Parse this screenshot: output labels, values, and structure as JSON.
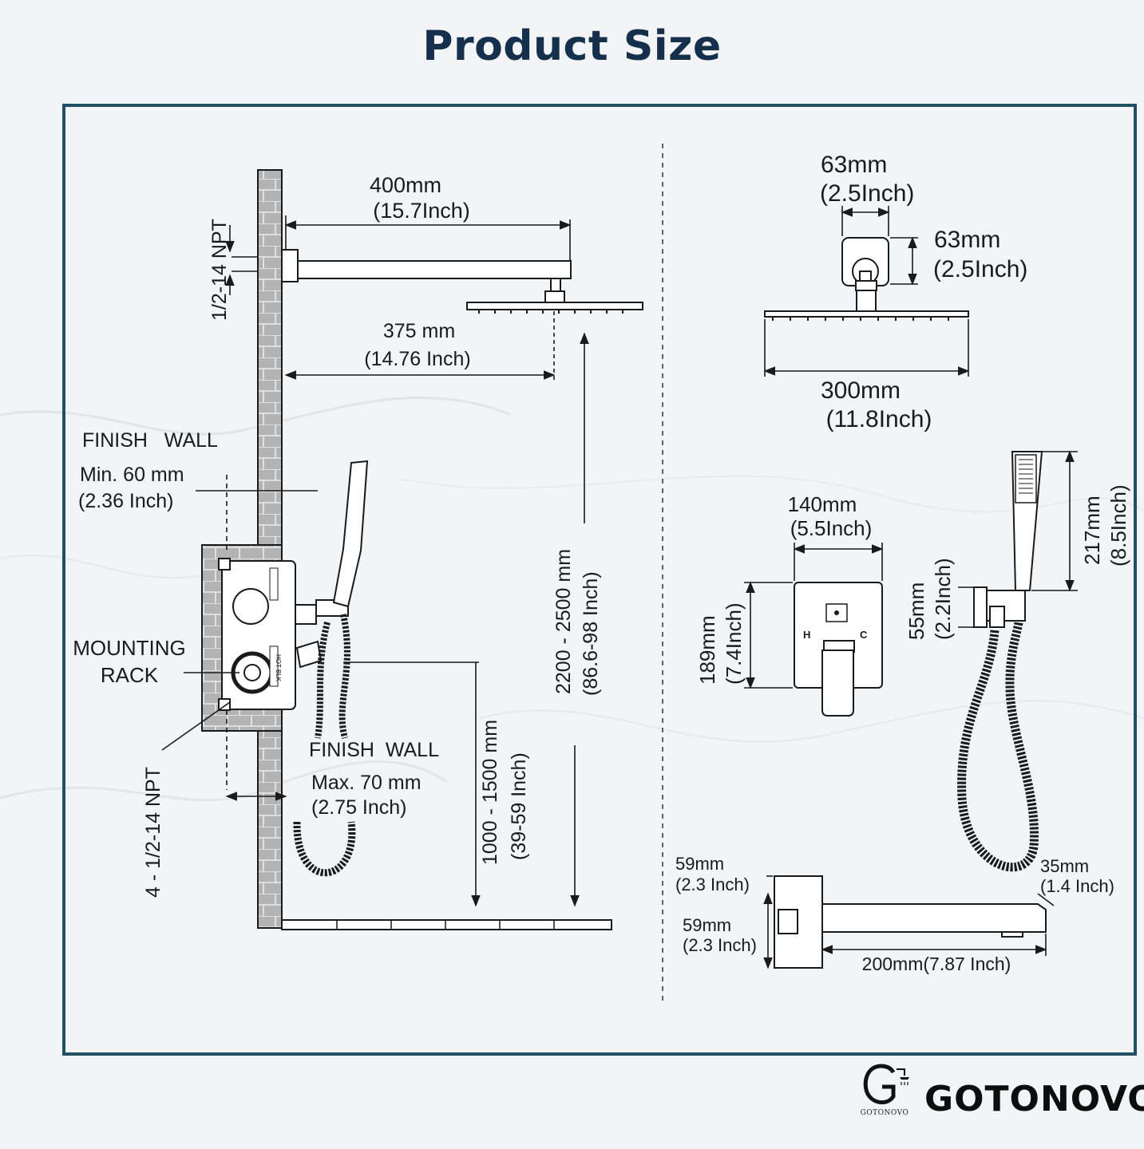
{
  "title": "Product Size",
  "brand": {
    "name": "GOTONOVO",
    "logo_caption": "GOTONOVO",
    "logo_icon": "g-shower-monogram-icon"
  },
  "colors": {
    "title": "#15304d",
    "frame": "#1f5166",
    "line": "#1a1a1a",
    "wall": "#b3b3b3"
  },
  "left_view": {
    "arm_length": {
      "mm": "400mm",
      "inch": "(15.7Inch)"
    },
    "inlet_thread": "1/2-14 NPT",
    "head_offset": {
      "mm": "375 mm",
      "inch": "(14.76 Inch)"
    },
    "finish_wall_top": "FINISH   WALL",
    "min_depth": {
      "mm": "Min. 60 mm",
      "inch": "(2.36 Inch)"
    },
    "mounting_rack": [
      "MOUNTING",
      "RACK"
    ],
    "rack_thread": "4 - 1/2-14 NPT",
    "finish_wall_bottom": "FINISH  WALL",
    "max_depth": {
      "mm": "Max. 70 mm",
      "inch": "(2.75 Inch)"
    },
    "head_height": {
      "mm": "2200 - 2500 mm",
      "inch": "(86.6-98 Inch)"
    },
    "valve_height": {
      "mm": "1000 - 1500 mm",
      "inch": "(39-59 Inch)"
    },
    "valve_label": "HOT  BLK"
  },
  "right_view": {
    "arm_base_width": {
      "mm": "63mm",
      "inch": "(2.5Inch)"
    },
    "arm_base_height": {
      "mm": "63mm",
      "inch": "(2.5Inch)"
    },
    "head_width": {
      "mm": "300mm",
      "inch": "(11.8Inch)"
    },
    "plate_width": {
      "mm": "140mm",
      "inch": "(5.5Inch)"
    },
    "plate_height": {
      "mm": "189mm",
      "inch": "(7.4Inch)"
    },
    "plate_hot": "H",
    "plate_cold": "C",
    "handheld_length": {
      "mm": "217mm",
      "inch": "(8.5Inch)"
    },
    "holder_height": {
      "mm": "55mm",
      "inch": "(2.2Inch)"
    },
    "spout_top": {
      "mm": "59mm",
      "inch": "(2.3 Inch)"
    },
    "spout_base": {
      "mm": "59mm",
      "inch": "(2.3 Inch)"
    },
    "spout_tip": {
      "mm": "35mm",
      "inch": "(1.4 Inch)"
    },
    "spout_length": "200mm(7.87 Inch)"
  }
}
